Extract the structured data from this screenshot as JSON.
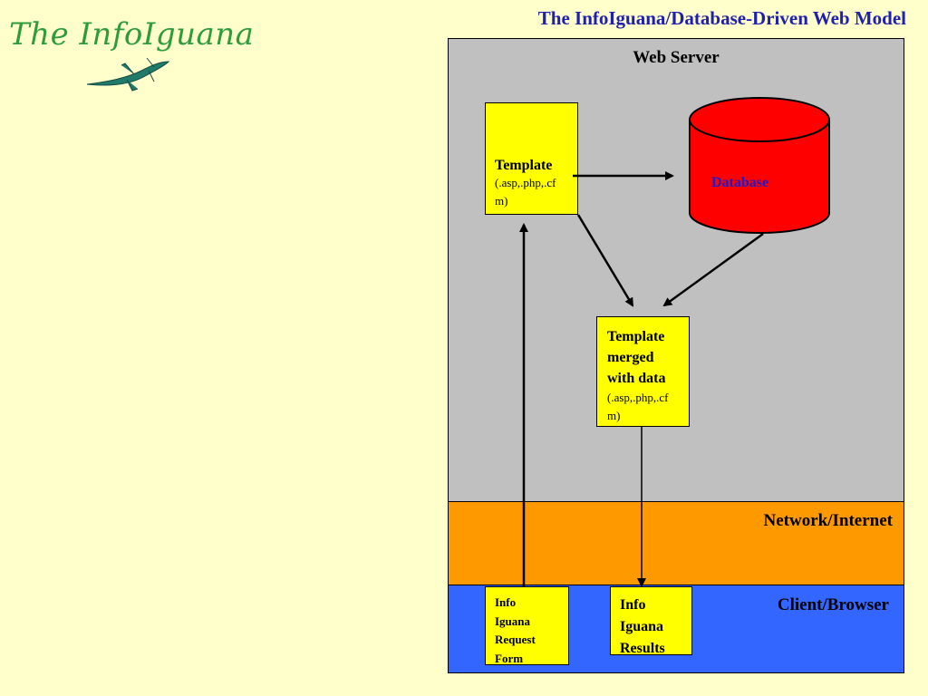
{
  "logo": {
    "text": "The InfoIguana"
  },
  "title": "The InfoIguana/Database-Driven Web Model",
  "zones": {
    "server": "Web Server",
    "network": "Network/Internet",
    "client": "Client/Browser"
  },
  "nodes": {
    "template": {
      "label": "Template",
      "ext": "(.asp,.php,.cfm)"
    },
    "database": {
      "label": "Database"
    },
    "merged": {
      "line1": "Template",
      "line2": "merged",
      "line3": "with data",
      "ext": "(.asp,.php,.cfm)"
    },
    "request_form": {
      "line1": "Info",
      "line2": "Iguana",
      "line3": "Request",
      "line4": "Form"
    },
    "results": {
      "line1": "Info",
      "line2": "Iguana",
      "line3": "Results"
    }
  },
  "colors": {
    "background": "#ffffcc",
    "server": "#c0c0c0",
    "network": "#ff9900",
    "client": "#3366ff",
    "box": "#ffff00",
    "database": "#ff0000",
    "title": "#1f1fb0",
    "logo": "#2f9c3c"
  }
}
